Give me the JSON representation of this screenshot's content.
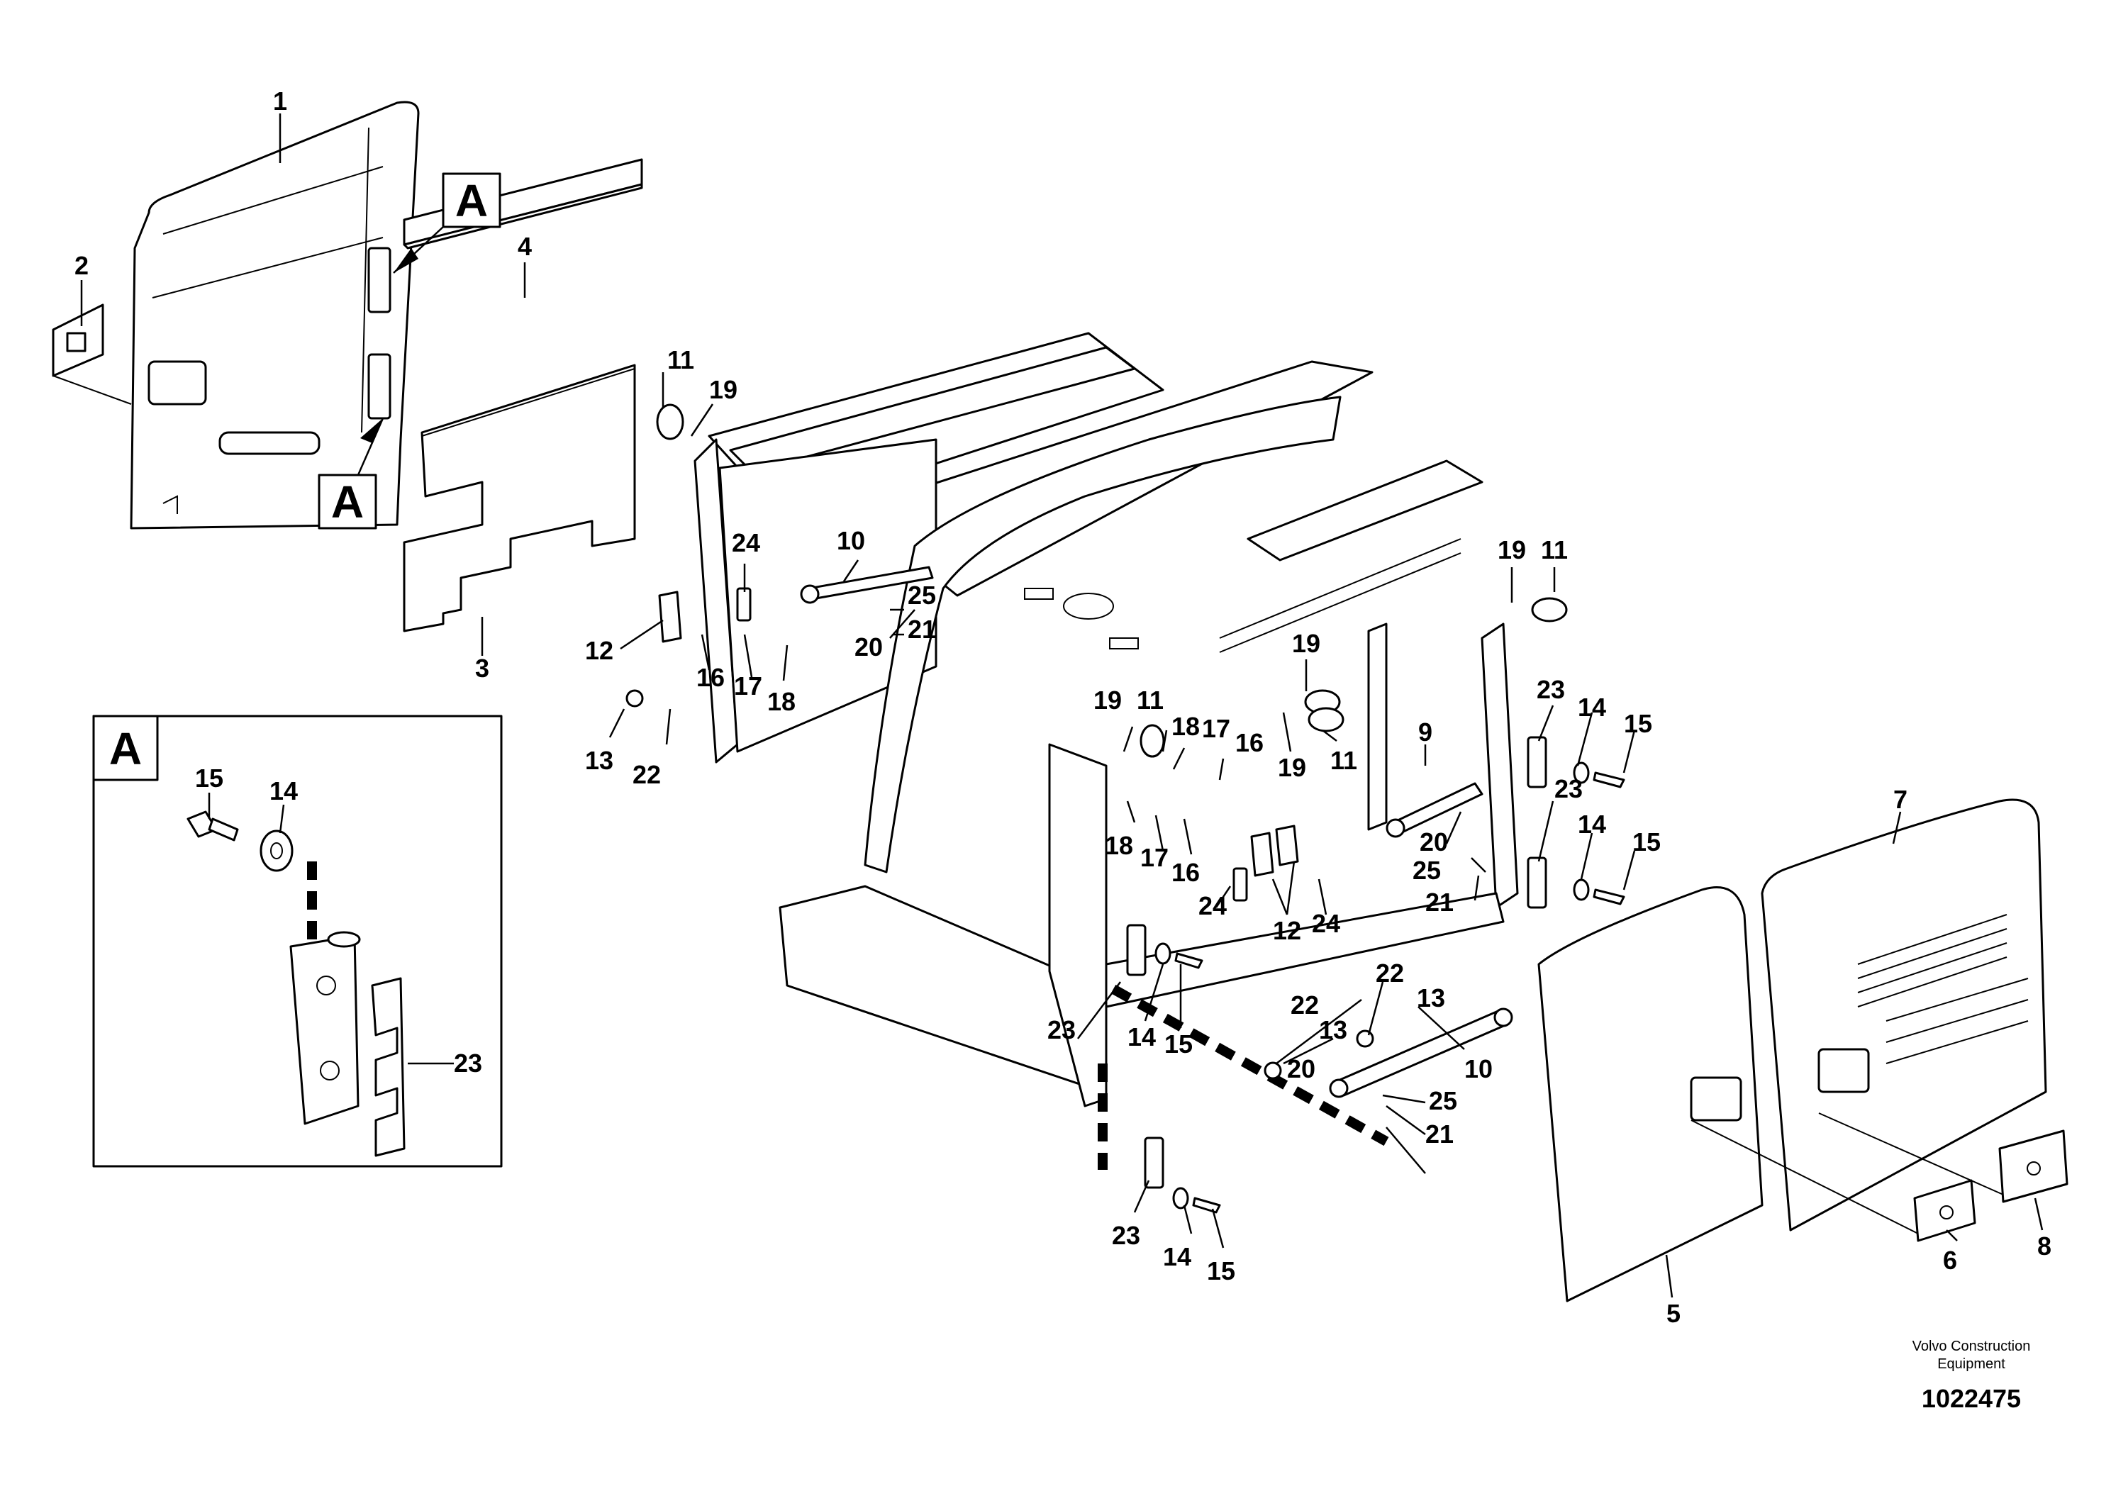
{
  "detail_marker": "A",
  "brand": {
    "line1": "Volvo Construction",
    "line2": "Equipment"
  },
  "drawing_number": "1022475",
  "callouts": {
    "c1": "1",
    "c2": "2",
    "c3": "3",
    "c4": "4",
    "c5": "5",
    "c6": "6",
    "c7": "7",
    "c8": "8",
    "c9": "9",
    "c10a": "10",
    "c10b": "10",
    "c11a": "11",
    "c11b": "11",
    "c11c": "11",
    "c11d": "11",
    "c12a": "12",
    "c12b": "12",
    "c13a": "13",
    "c13b": "13",
    "c13c": "13",
    "c14a": "14",
    "c14b": "14",
    "c14c": "14",
    "c14d": "14",
    "c14e": "14",
    "c15a": "15",
    "c15b": "15",
    "c15c": "15",
    "c15d": "15",
    "c15e": "15",
    "c16a": "16",
    "c16b": "16",
    "c16c": "16",
    "c17a": "17",
    "c17b": "17",
    "c17c": "17",
    "c18a": "18",
    "c18b": "18",
    "c18c": "18",
    "c19a": "19",
    "c19b": "19",
    "c19c": "19",
    "c19d": "19",
    "c19e": "19",
    "c20a": "20",
    "c20b": "20",
    "c20c": "20",
    "c21a": "21",
    "c21b": "21",
    "c21c": "21",
    "c22a": "22",
    "c22b": "22",
    "c22c": "22",
    "c23a": "23",
    "c23b": "23",
    "c23c": "23",
    "c23d": "23",
    "c23e": "23",
    "c24a": "24",
    "c24b": "24",
    "c24c": "24",
    "c25a": "25",
    "c25b": "25",
    "c25c": "25"
  }
}
